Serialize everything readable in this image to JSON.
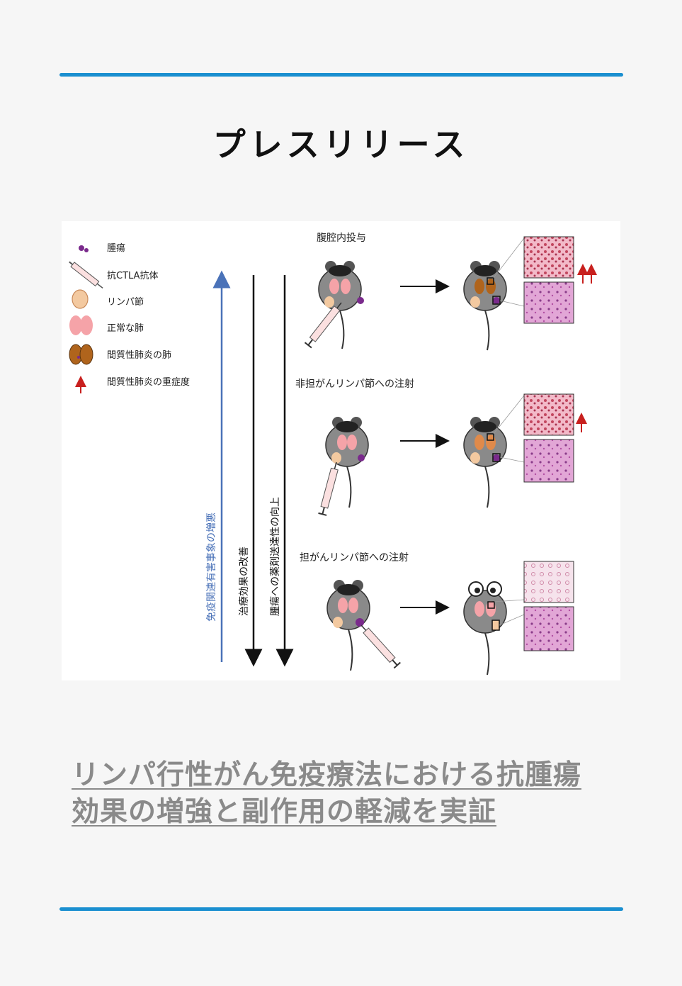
{
  "header": {
    "title": "プレスリリース"
  },
  "figure": {
    "legend": [
      {
        "icon": "tumor-icon",
        "label": "腫瘍"
      },
      {
        "icon": "syringe-icon",
        "label": "抗CTLA抗体"
      },
      {
        "icon": "lymph-node-icon",
        "label": "リンパ節"
      },
      {
        "icon": "normal-lung-icon",
        "label": "正常な肺"
      },
      {
        "icon": "pneumonia-lung-icon",
        "label": "間質性肺炎の肺"
      },
      {
        "icon": "red-arrow-icon",
        "label": "間質性肺炎の重症度"
      }
    ],
    "arrows": {
      "adverse": "免疫関連有害事象の増悪",
      "efficacy": "治療効果の改善",
      "delivery": "腫瘍への薬剤送達性の向上"
    },
    "rows": [
      {
        "label": "腹腔内投与",
        "severity": "↑↑"
      },
      {
        "label": "非担がんリンパ節への注射",
        "severity": "↑"
      },
      {
        "label": "担がんリンパ節への注射",
        "severity": ""
      }
    ],
    "colors": {
      "adverse_arrow": "#4a72b8",
      "severity_arrow": "#c8201e",
      "mouse_body": "#8a8a8a",
      "lung_normal": "#f5a3a8",
      "lymph_node": "#f3c9a0",
      "tumor": "#7a2a8c"
    }
  },
  "headline": {
    "line1": "リンパ行性がん免疫療法における抗腫瘍",
    "line2": "効果の増強と副作用の軽減を実証"
  }
}
